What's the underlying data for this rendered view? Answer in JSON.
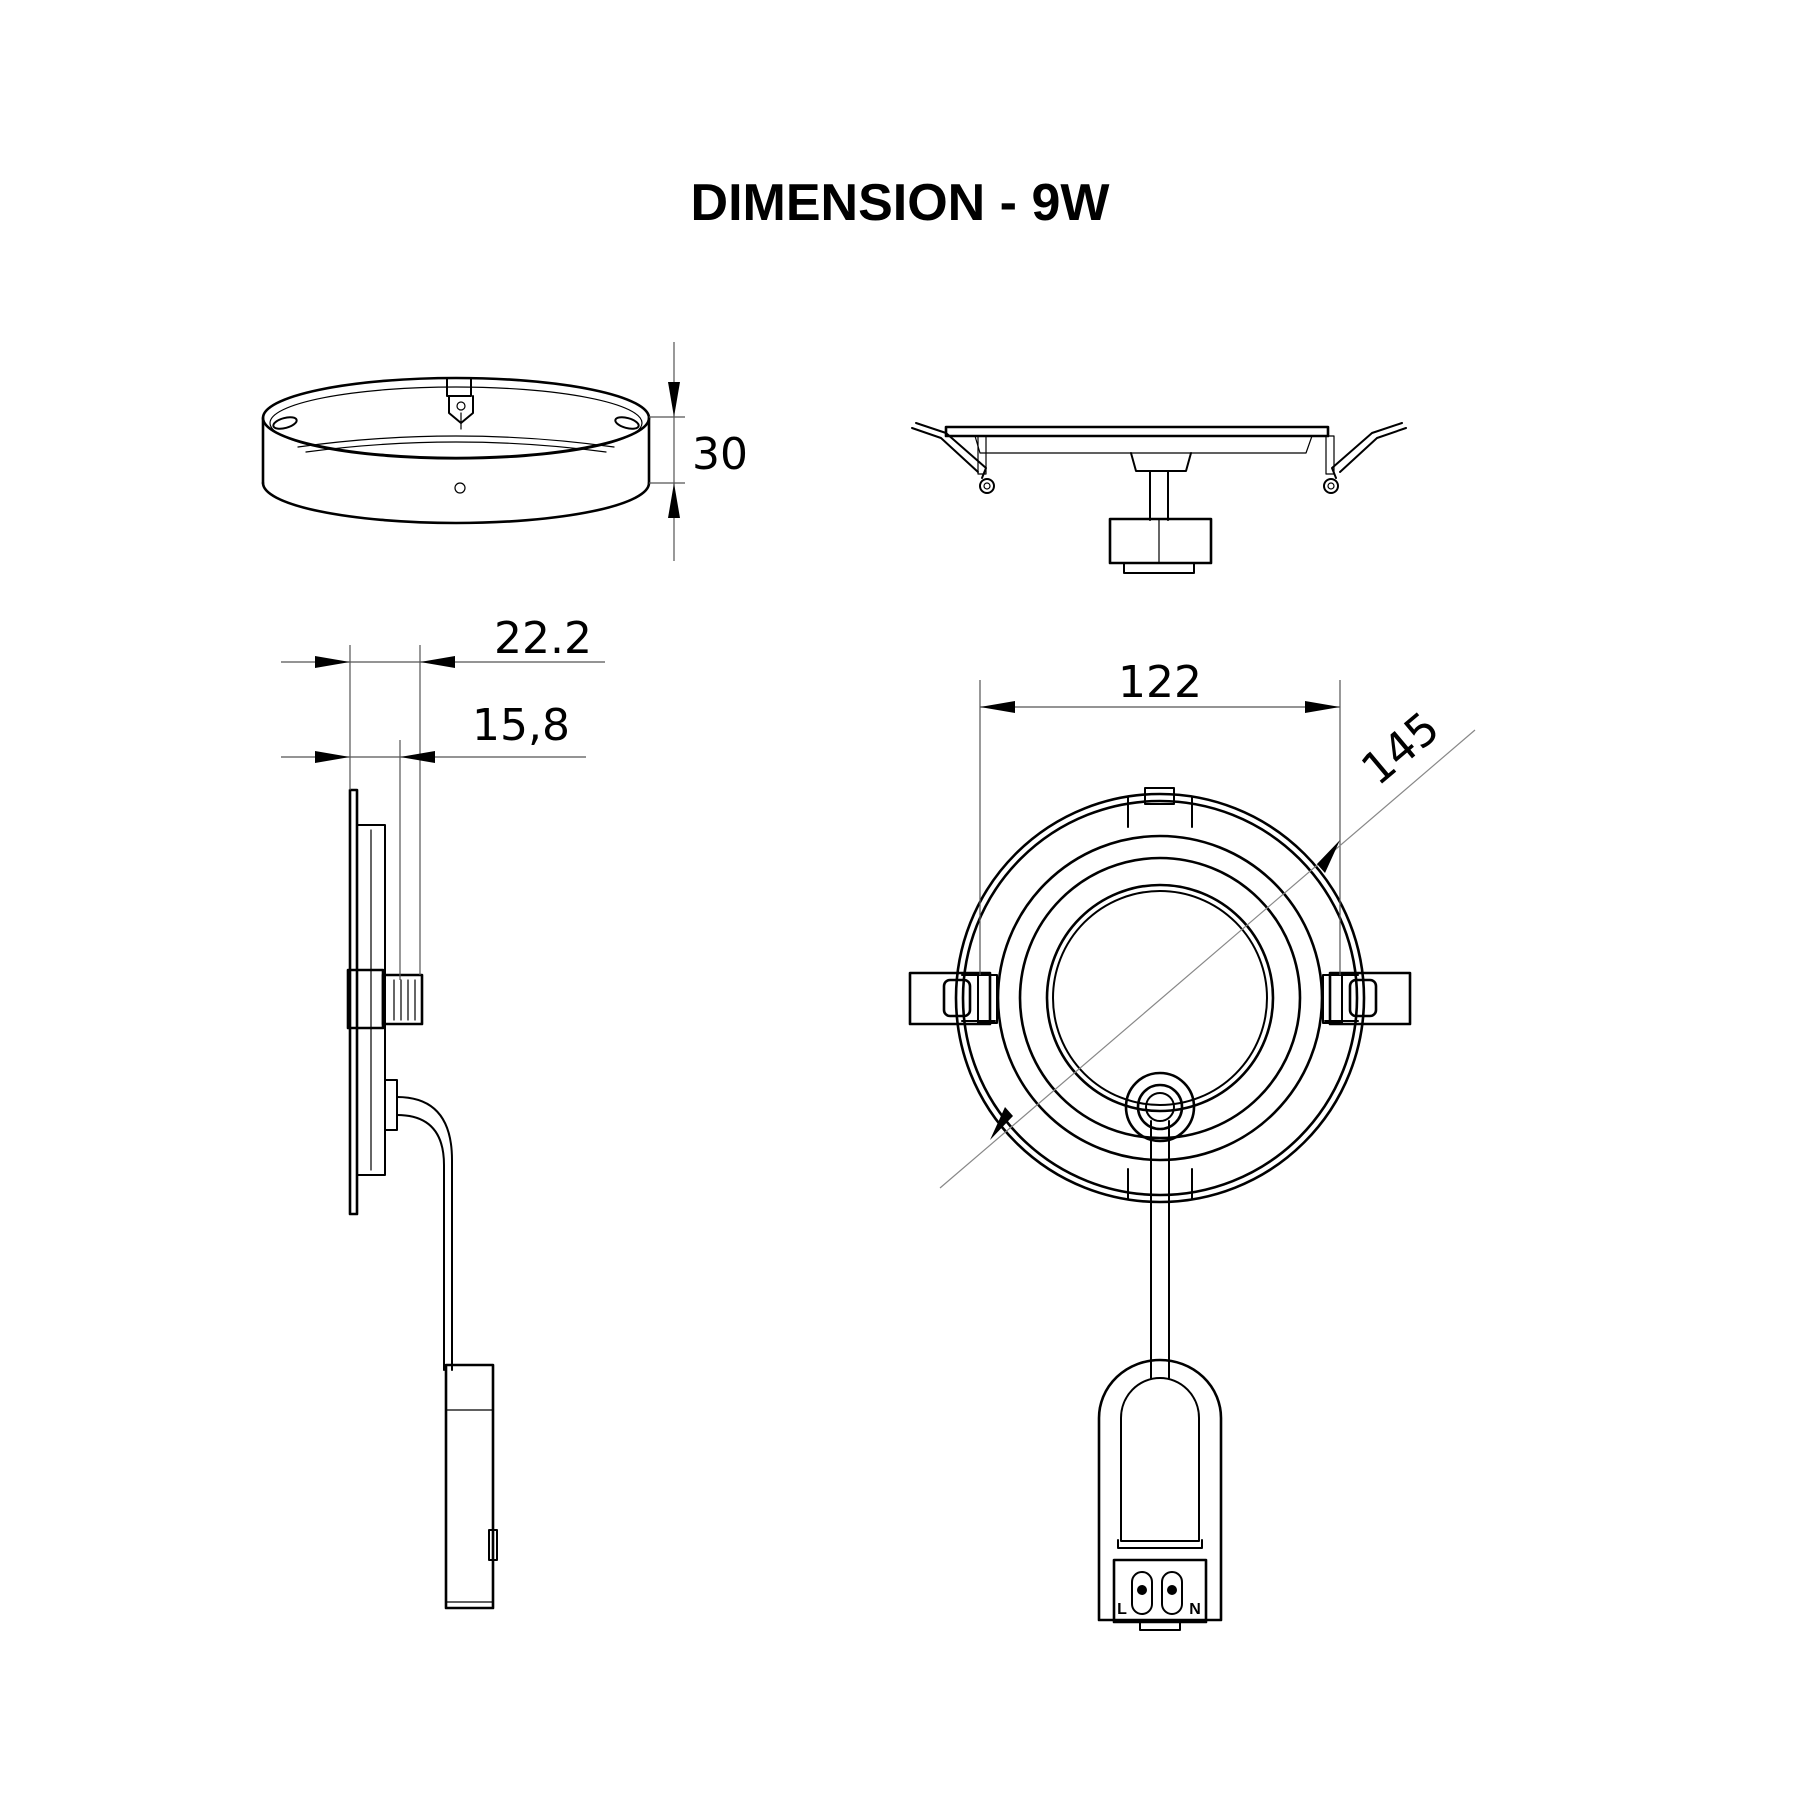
{
  "title": "DIMENSION - 9W",
  "dimensions": {
    "height": "30",
    "depth_overall": "22.2",
    "depth_body": "15,8",
    "face_width": "122",
    "outer_diameter": "145"
  },
  "terminal_labels": {
    "live": "L",
    "neutral": "N"
  }
}
